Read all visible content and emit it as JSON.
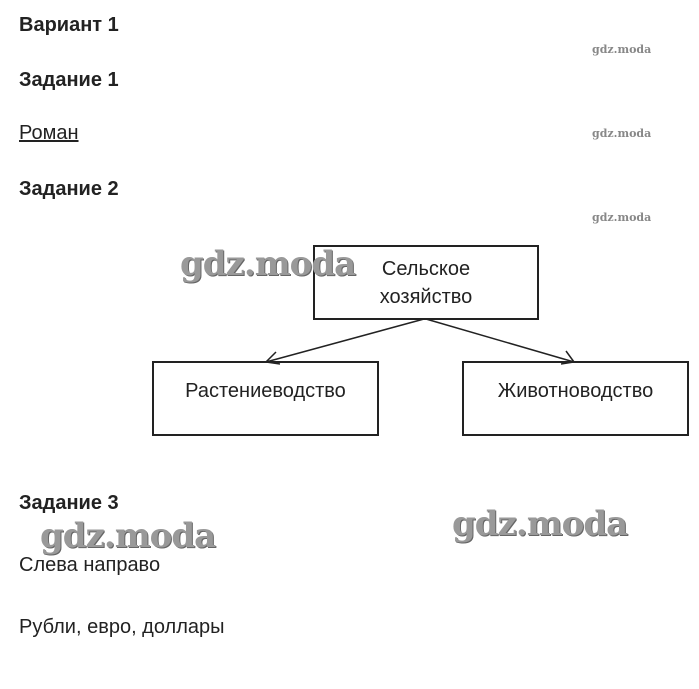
{
  "variant": "Вариант 1",
  "task1": {
    "title": "Задание 1",
    "answer": "Роман"
  },
  "task2": {
    "title": "Задание 2",
    "diagram": {
      "root": "Сельское хозяйство",
      "children": [
        "Растениеводство",
        "Животноводство"
      ]
    }
  },
  "task3": {
    "title": "Задание 3",
    "answers": [
      "Слева направо",
      "Рубли, евро, доллары"
    ]
  },
  "watermark": "gdz.moda"
}
